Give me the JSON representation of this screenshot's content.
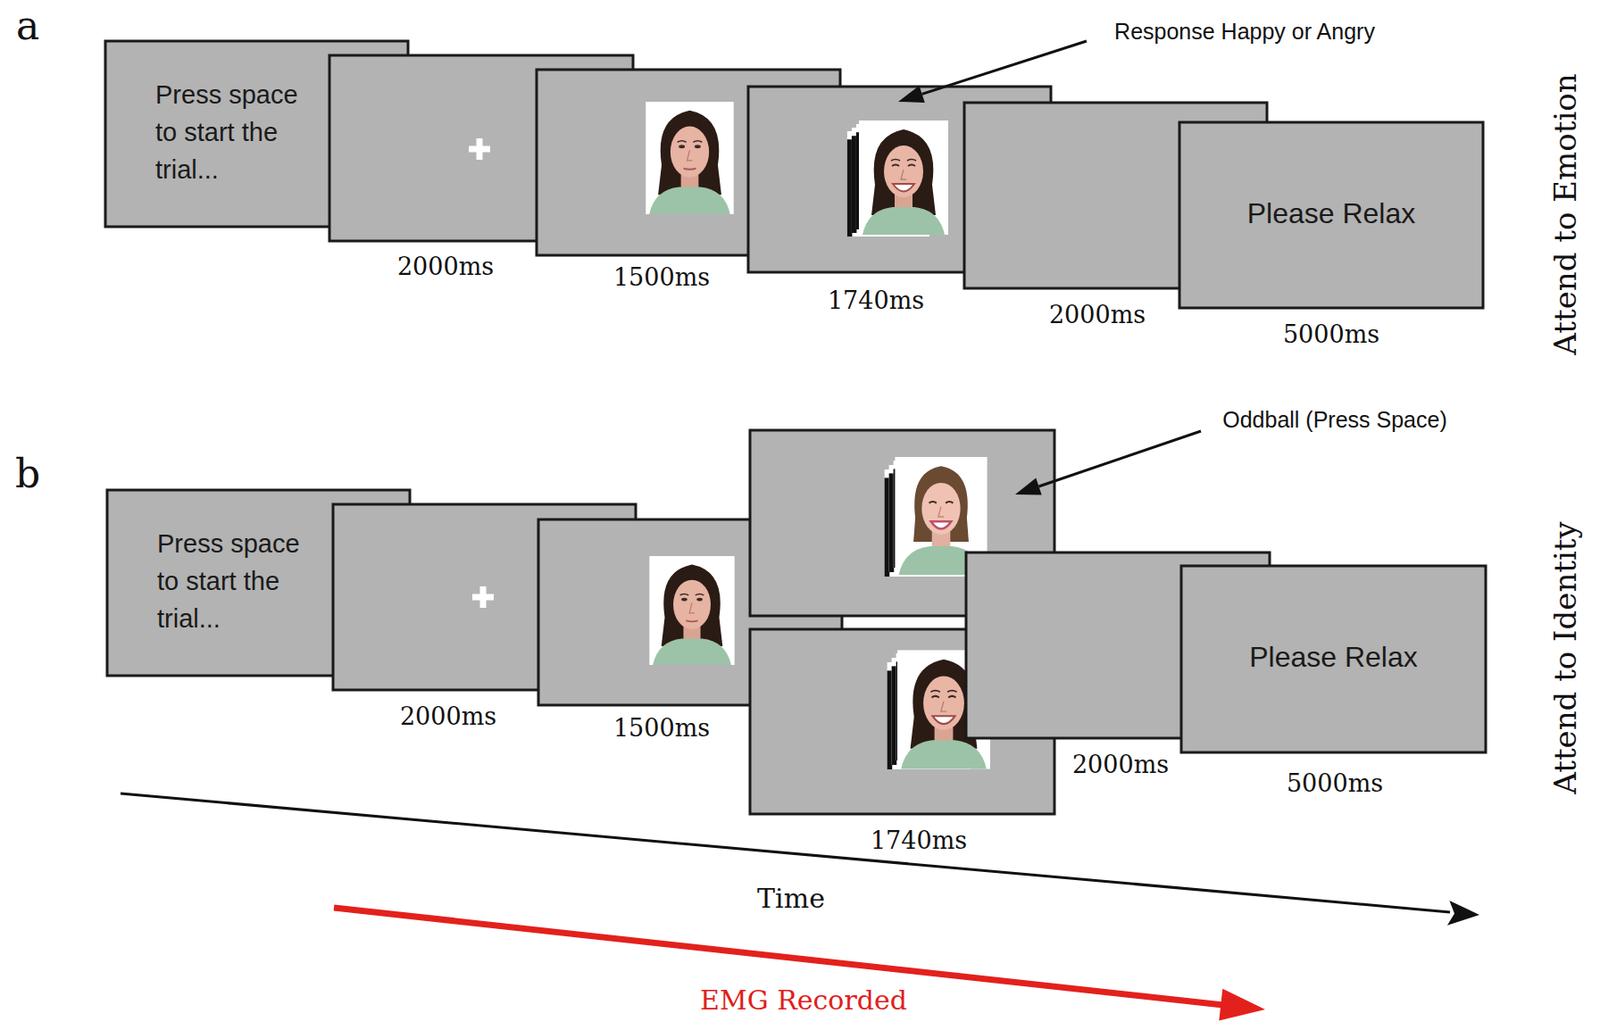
{
  "diagram": {
    "nodes": [
      {
        "text": [
          "Press space to start the trial..."
        ]
      },
      {
        "text": [
          "Please Relax"
        ]
      },
      {
        "text": [
          "Press space to start the trial..."
        ]
      },
      {
        "text": [
          "Please Relax"
        ]
      }
    ],
    "labels": [
      "a",
      "Response Happy or Angry",
      "Attend to Emotion",
      "2000ms",
      "1500ms",
      "1740ms",
      "2000ms",
      "5000ms",
      "b",
      "Oddball (Press Space)",
      "Attend to Identity",
      "2000ms",
      "1500ms",
      "2000ms",
      "5000ms",
      "1740ms",
      "Time",
      "EMG Recorded"
    ]
  }
}
